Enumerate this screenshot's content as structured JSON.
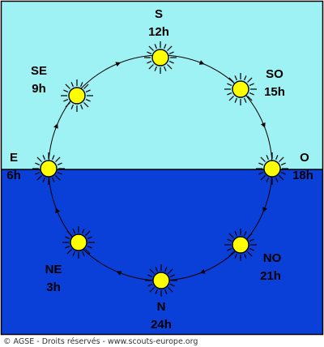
{
  "colors": {
    "sky": "#9ef2f4",
    "ground": "#0a3fd8",
    "frame": "#000000",
    "sun_fill": "#ffff00",
    "sun_stroke": "#000000",
    "orbit": "#000000",
    "label_on_sky": "#000000",
    "label_on_ground": "#000000"
  },
  "suns": [
    {
      "id": "s",
      "direction": "S",
      "hour": "12h"
    },
    {
      "id": "so",
      "direction": "SO",
      "hour": "15h"
    },
    {
      "id": "o",
      "direction": "O",
      "hour": "18h"
    },
    {
      "id": "no",
      "direction": "NO",
      "hour": "21h"
    },
    {
      "id": "n",
      "direction": "N",
      "hour": "24h"
    },
    {
      "id": "ne",
      "direction": "NE",
      "hour": "3h"
    },
    {
      "id": "e",
      "direction": "E",
      "hour": "6h"
    },
    {
      "id": "se",
      "direction": "SE",
      "hour": "9h"
    }
  ],
  "credit": "© AGSE - Droits réservés - www.scouts-europe.org"
}
